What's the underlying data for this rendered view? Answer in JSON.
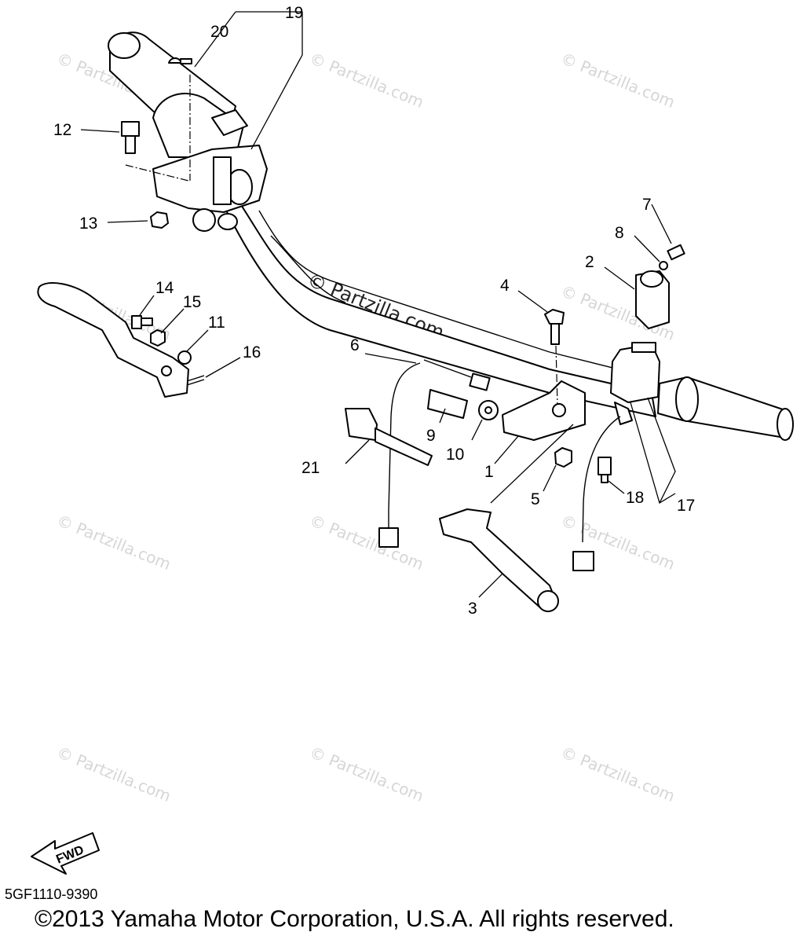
{
  "watermark": "© Partzilla.com",
  "diagram": {
    "callouts": {
      "c1": "1",
      "c2": "2",
      "c3": "3",
      "c4": "4",
      "c5": "5",
      "c6": "6",
      "c7": "7",
      "c8": "8",
      "c9": "9",
      "c10": "10",
      "c11": "11",
      "c12": "12",
      "c13": "13",
      "c14": "14",
      "c15": "15",
      "c16": "16",
      "c17": "17",
      "c18": "18",
      "c19": "19",
      "c20": "20",
      "c21": "21"
    },
    "fwd_label": "FWD"
  },
  "footer": {
    "diagram_code": "5GF1110-9390",
    "copyright": "©2013  Yamaha Motor Corporation, U.S.A. All rights reserved."
  }
}
